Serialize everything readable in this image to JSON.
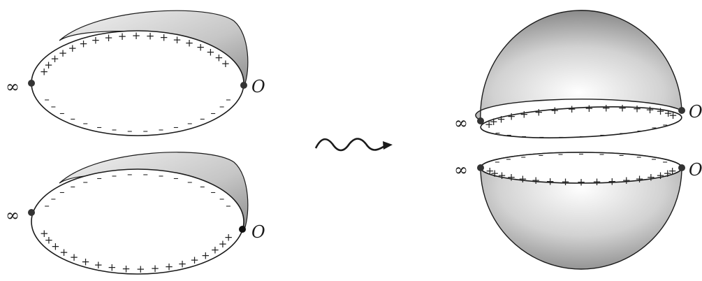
{
  "labels": {
    "x_mark": "∞",
    "o_mark": "O",
    "plus": "+",
    "minus": "–"
  },
  "colors": {
    "stroke": "#1a1a1a",
    "shade_light": "#f4f4f4",
    "shade_dark": "#8a8a8a"
  },
  "panels": [
    "top-left-disk",
    "bottom-left-disk",
    "top-right-hemisphere",
    "bottom-right-hemisphere"
  ],
  "arrow": "wavy-arrow"
}
